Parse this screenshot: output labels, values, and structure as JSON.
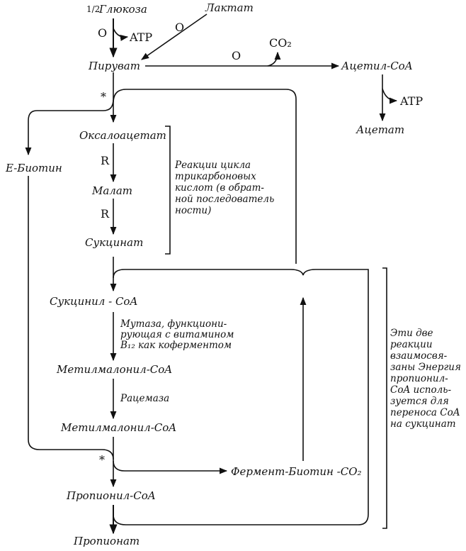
{
  "nodes": {
    "glucose_frac": "1/2",
    "glucose": "Глюкоза",
    "lactate": "Лактат",
    "pyruvate": "Пируват",
    "acetyl_coa": "Ацетил-CoA",
    "acetate": "Ацетат",
    "e_biotin": "E-Биотин",
    "oxaloacetate": "Оксалоацетат",
    "malate": "Малат",
    "succinate": "Сукцинат",
    "succinyl_coa": "Сукцинил - CoA",
    "methylmalonyl_coa_1": "Метилмалонил-CoA",
    "methylmalonyl_coa_2": "Метилмалонил-CoA",
    "propionyl_coa": "Пропионил-CoA",
    "propionate": "Пропионат",
    "enzyme_biotin_co2": "Фермент-Биотин -CO₂"
  },
  "labels": {
    "atp_1": "ATP",
    "atp_2": "ATP",
    "co2": "CO₂",
    "o_1": "O",
    "o_2": "O",
    "o_3": "O",
    "r_1": "R",
    "r_2": "R",
    "star_1": "*",
    "star_2": "*"
  },
  "notes": {
    "tca": [
      "Реакции цикла",
      "трикарбоновых",
      "кислот (в обрат-",
      "ной последователь",
      "ности)"
    ],
    "mutase": [
      "Мутаза, функциони-",
      "рующая с витамином",
      "B₁₂ как коферментом"
    ],
    "racemase": "Рацемаза",
    "coupling": [
      "Эти две",
      "реакции",
      "взаимосвя-",
      "заны Энергия",
      "пропионил-",
      "CoA исполь-",
      "зуется для",
      "переноса CoA",
      "на сукцинат"
    ]
  }
}
